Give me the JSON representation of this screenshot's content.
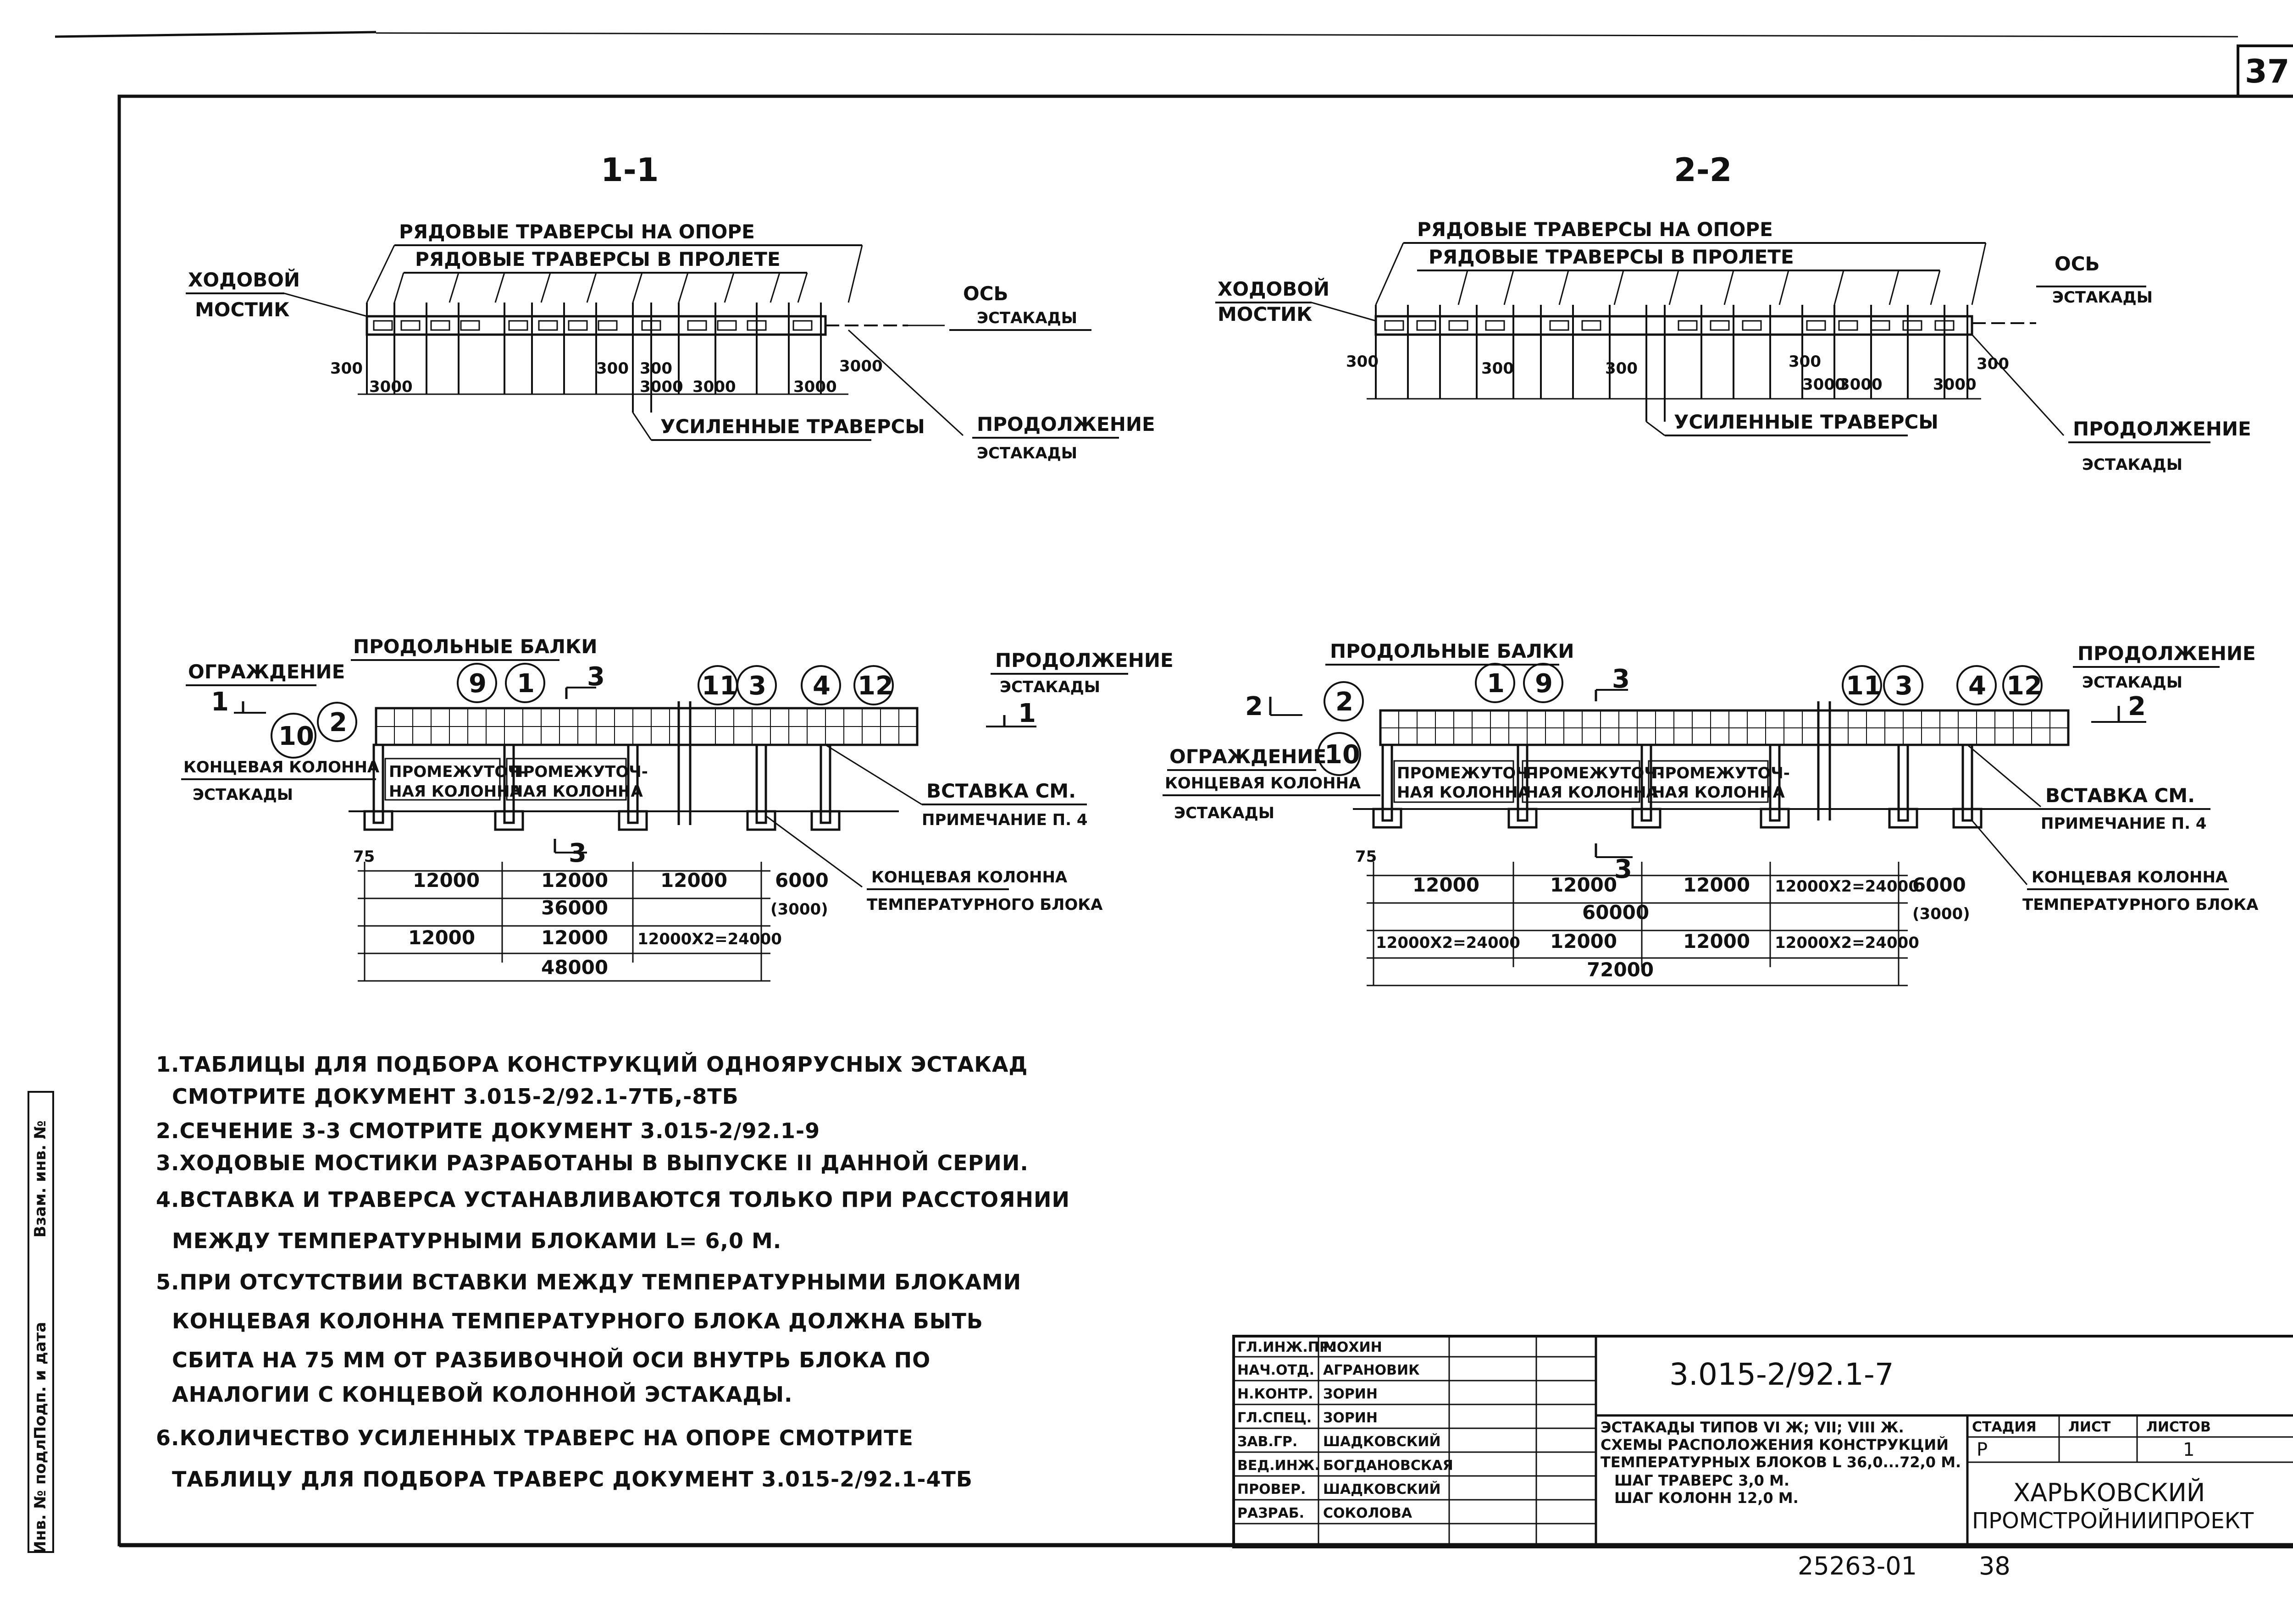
{
  "sheet": {
    "page_number": "37",
    "bottom_code": "25263-01",
    "bottom_page": "38"
  },
  "section_1": {
    "title": "1-1",
    "label_rows_support": "Рядовые траверсы на опоре",
    "label_rows_span": "Рядовые траверсы в пролете",
    "label_walk_1": "Ходовой",
    "label_walk_2": "мостик",
    "label_axis_1": "Ось",
    "label_axis_2": "эстакады",
    "label_cont_1": "Продолжение",
    "label_cont_2": "эстакады",
    "label_reinforced": "Усиленные траверсы",
    "dim_300a": "300",
    "dim_300b": "300",
    "dim_300c": "300",
    "dim_3000a": "3000",
    "dim_3000b": "3000",
    "dim_3000c": "3000",
    "dim_3000d": "3000",
    "dim_3000e": "3000"
  },
  "section_2": {
    "title": "2-2",
    "label_rows_support": "Рядовые траверсы на опоре",
    "label_rows_span": "Рядовые траверсы в пролете",
    "label_walk_1": "Ходовой",
    "label_walk_2": "мостик",
    "label_axis_1": "Ось",
    "label_axis_2": "эстакады",
    "label_cont_1": "Продолжение",
    "label_cont_2": "эстакады",
    "label_reinforced": "Усиленные траверсы",
    "dim_300a": "300",
    "dim_300b": "300",
    "dim_300c": "300",
    "dim_300d": "300",
    "dim_3000a": "3000",
    "dim_3000b": "3000",
    "dim_3000c": "3000"
  },
  "plan_left": {
    "label_beams": "Продольные балки",
    "label_fence": "Ограждение",
    "label_end_col_1": "Концевая колонна",
    "label_end_col_2": "эстакады",
    "label_inter_1a": "Промежуточ-",
    "label_inter_1b": "ная колонна",
    "label_inter_2a": "Промежуточ-",
    "label_inter_2b": "ная колонна",
    "label_cont_1": "Продолжение",
    "label_cont_2": "эстакады",
    "label_insert_1": "Вставка см.",
    "label_insert_2": "примечание п. 4",
    "label_temp_col_1": "Концевая колонна",
    "label_temp_col_2": "температурного блока",
    "sec_a": "1",
    "sec_b": "1",
    "sec_3a": "3",
    "sec_3b": "3",
    "mark_9": "9",
    "mark_1": "1",
    "mark_11": "11",
    "mark_3": "3",
    "mark_4": "4",
    "mark_12": "12",
    "mark_2": "2",
    "mark_10": "10",
    "dim_75": "75",
    "d_row1_a": "12000",
    "d_row1_b": "12000",
    "d_row1_c": "12000",
    "d_row1_d": "6000",
    "d_row2": "36000",
    "d_row2_b": "(3000)",
    "d_row3_a": "12000",
    "d_row3_b": "12000",
    "d_row3_c": "12000x2=24000",
    "d_row4": "48000"
  },
  "plan_right": {
    "label_beams": "Продольные балки",
    "label_fence": "Ограждение",
    "label_end_col_1": "Концевая колонна",
    "label_end_col_2": "эстакады",
    "label_inter_1a": "Промежуточ-",
    "label_inter_1b": "ная колонна",
    "label_inter_2a": "Промежуточ-",
    "label_inter_2b": "ная колонна",
    "label_inter_3a": "Промежуточ-",
    "label_inter_3b": "ная колонна",
    "label_cont_1": "Продолжение",
    "label_cont_2": "эстакады",
    "label_insert_1": "Вставка см.",
    "label_insert_2": "примечание п. 4",
    "label_temp_col_1": "Концевая колонна",
    "label_temp_col_2": "температурного блока",
    "sec_a": "2",
    "sec_b": "2",
    "sec_3a": "3",
    "sec_3b": "3",
    "mark_1": "1",
    "mark_9": "9",
    "mark_11": "11",
    "mark_3": "3",
    "mark_4": "4",
    "mark_12": "12",
    "mark_2": "2",
    "mark_10": "10",
    "dim_75": "75",
    "d_row1_a": "12000",
    "d_row1_b": "12000",
    "d_row1_c": "12000",
    "d_row1_d": "12000x2=24000",
    "d_row1_e": "6000",
    "d_row2": "60000",
    "d_row2_b": "(3000)",
    "d_row3_a": "12000x2=24000",
    "d_row3_b": "12000",
    "d_row3_c": "12000",
    "d_row3_d": "12000x2=24000",
    "d_row4": "72000"
  },
  "notes": [
    "1.Таблицы для подбора конструкций однoярусных эстакад",
    "смотрите документ 3.015-2/92.1-7ТБ,-8ТБ",
    "2.Сечение 3-3 смотрите документ 3.015-2/92.1-9",
    "3.Ходовые мостики разработаны в выпуске II данной серии.",
    "4.Вставка и траверса устанавливаются только при расстоянии",
    "между температурными блоками l= 6,0 м.",
    "5.При отсутствии вставки между температурными блоками",
    "концевая колонна температурного блока должна быть",
    "сбита на 75 мм от разбивочной оси внутрь блока по",
    "аналогии с концевой колонной эстакады.",
    "6.Количество усиленных траверс на опоре смотрите",
    "таблицу для подбора траверс документ 3.015-2/92.1-4ТБ"
  ],
  "side_stamp": {
    "inv_orig": "Инв. № подл.",
    "sign_date": "Подп. и дата",
    "replace_inv": "Взам. инв. №"
  },
  "title_block": {
    "roles": [
      "Гл.инж.пр.",
      "Нач.отд.",
      "Н.контр.",
      "Гл.спец.",
      "Зав.гр.",
      "Вед.инж.",
      "Провер.",
      "Разраб."
    ],
    "names": [
      "Мохин",
      "Аграновик",
      "Зорин",
      "Зорин",
      "Шадковский",
      "Богдановская",
      "Шадковский",
      "Соколова"
    ],
    "doc_code": "3.015-2/92.1-7",
    "description": [
      "Эстакады типов VI ж; VII; VIII ж.",
      "Схемы расположения конструкций",
      "температурных блоков L 36,0...72,0 м.",
      "Шаг траверс 3,0 м.",
      "Шаг колонн 12,0 м."
    ],
    "stage_label": "Стадия",
    "sheet_label": "Лист",
    "sheets_label": "Листов",
    "stage_value": "Р",
    "sheet_value": "",
    "sheets_value": "1",
    "org_1": "ХАРЬКОВСКИЙ",
    "org_2": "ПРОМСТРОЙНИИПРОЕКТ"
  }
}
